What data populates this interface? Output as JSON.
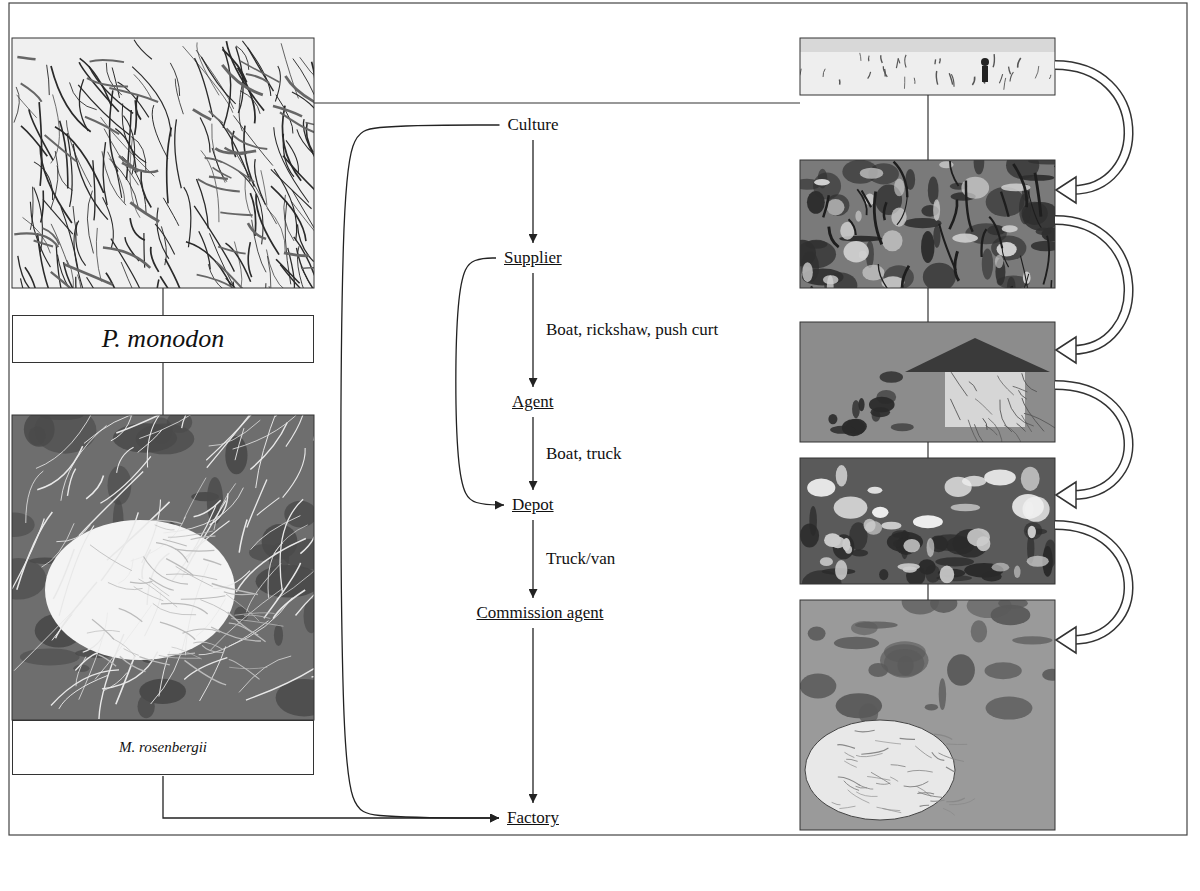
{
  "diagram": {
    "nodes": [
      {
        "text": [
          "P. monodon"
        ]
      },
      {
        "text": [
          "Culture"
        ]
      },
      {
        "text": [
          "Supplier"
        ]
      },
      {
        "text": [
          "Agent"
        ]
      },
      {
        "text": [
          "Depot"
        ]
      },
      {
        "text": [
          "Commission agent"
        ]
      },
      {
        "text": [
          "M. rosenbergii"
        ]
      },
      {
        "text": [
          "Factory"
        ]
      }
    ],
    "edges": [
      {
        "from": 1,
        "to": 2,
        "arrow": "to"
      },
      {
        "from": 2,
        "to": 3,
        "label": "Boat, rickshaw, push curt",
        "arrow": "to"
      },
      {
        "from": 3,
        "to": 4,
        "label": "Boat, truck",
        "arrow": "to"
      },
      {
        "from": 2,
        "to": 4,
        "arrow": "to"
      },
      {
        "from": 4,
        "to": 5,
        "label": "Truck/van",
        "arrow": "to"
      },
      {
        "from": 5,
        "to": 7,
        "arrow": "to"
      },
      {
        "from": 1,
        "to": 7,
        "arrow": "to"
      },
      {
        "from": 6,
        "to": 7,
        "arrow": "to"
      }
    ]
  }
}
